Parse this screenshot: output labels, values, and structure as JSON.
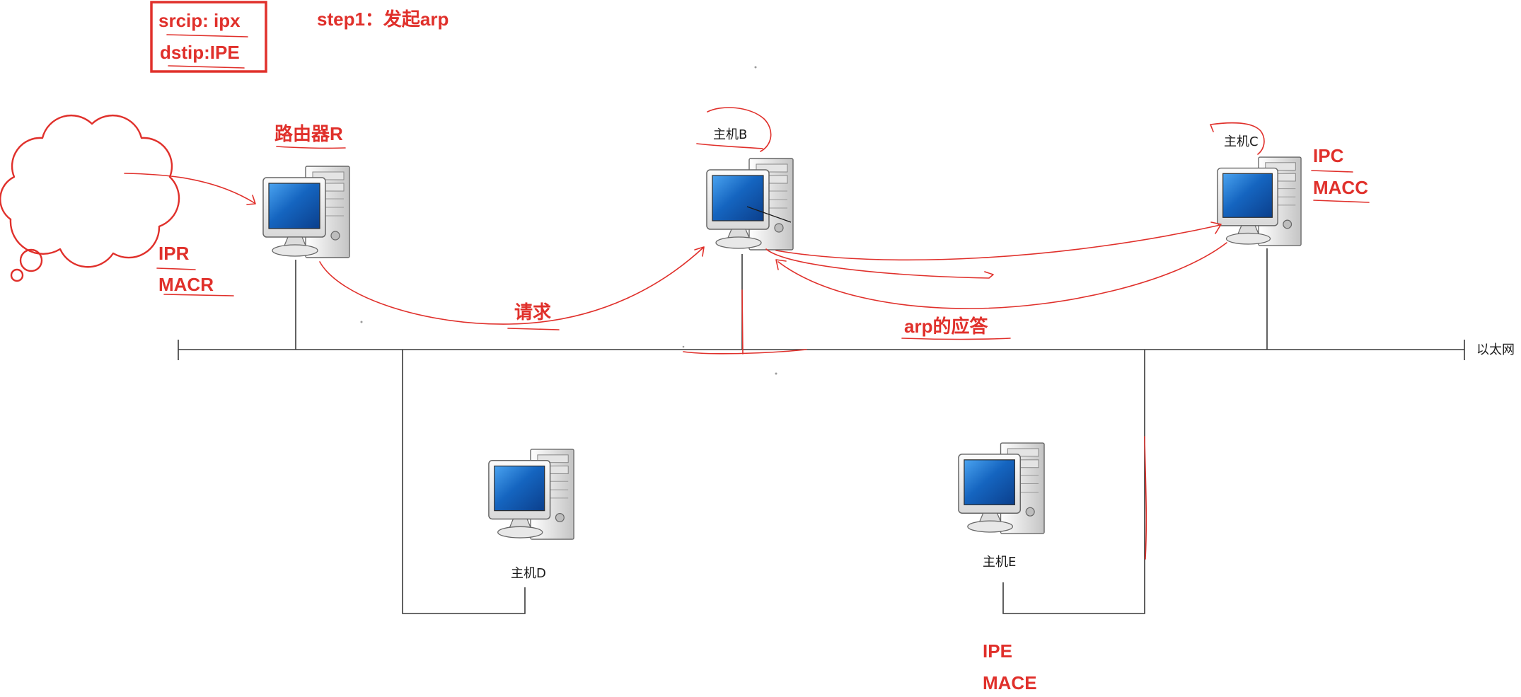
{
  "header": {
    "box_line1": "srcip: ipx",
    "box_line2": "dstip:IPE",
    "step": "step1：发起arp"
  },
  "router": {
    "title": "路由器R",
    "ip": "IPR",
    "mac": "MACR"
  },
  "host_b": {
    "label": "主机B"
  },
  "host_c": {
    "label": "主机C",
    "ip": "IPC",
    "mac": "MACC"
  },
  "host_d": {
    "label": "主机D"
  },
  "host_e": {
    "label": "主机E",
    "ip": "IPE",
    "mac": "MACE"
  },
  "network": {
    "label": "以太网"
  },
  "annotations": {
    "request": "请求",
    "reply": "arp的应答"
  },
  "colors": {
    "annotation": "#e0302b",
    "line": "#3a3a3a",
    "screen": "#1565c0",
    "background": "#ffffff"
  },
  "icons": [
    "cloud-icon",
    "computer-icon",
    "arrow-icon"
  ]
}
